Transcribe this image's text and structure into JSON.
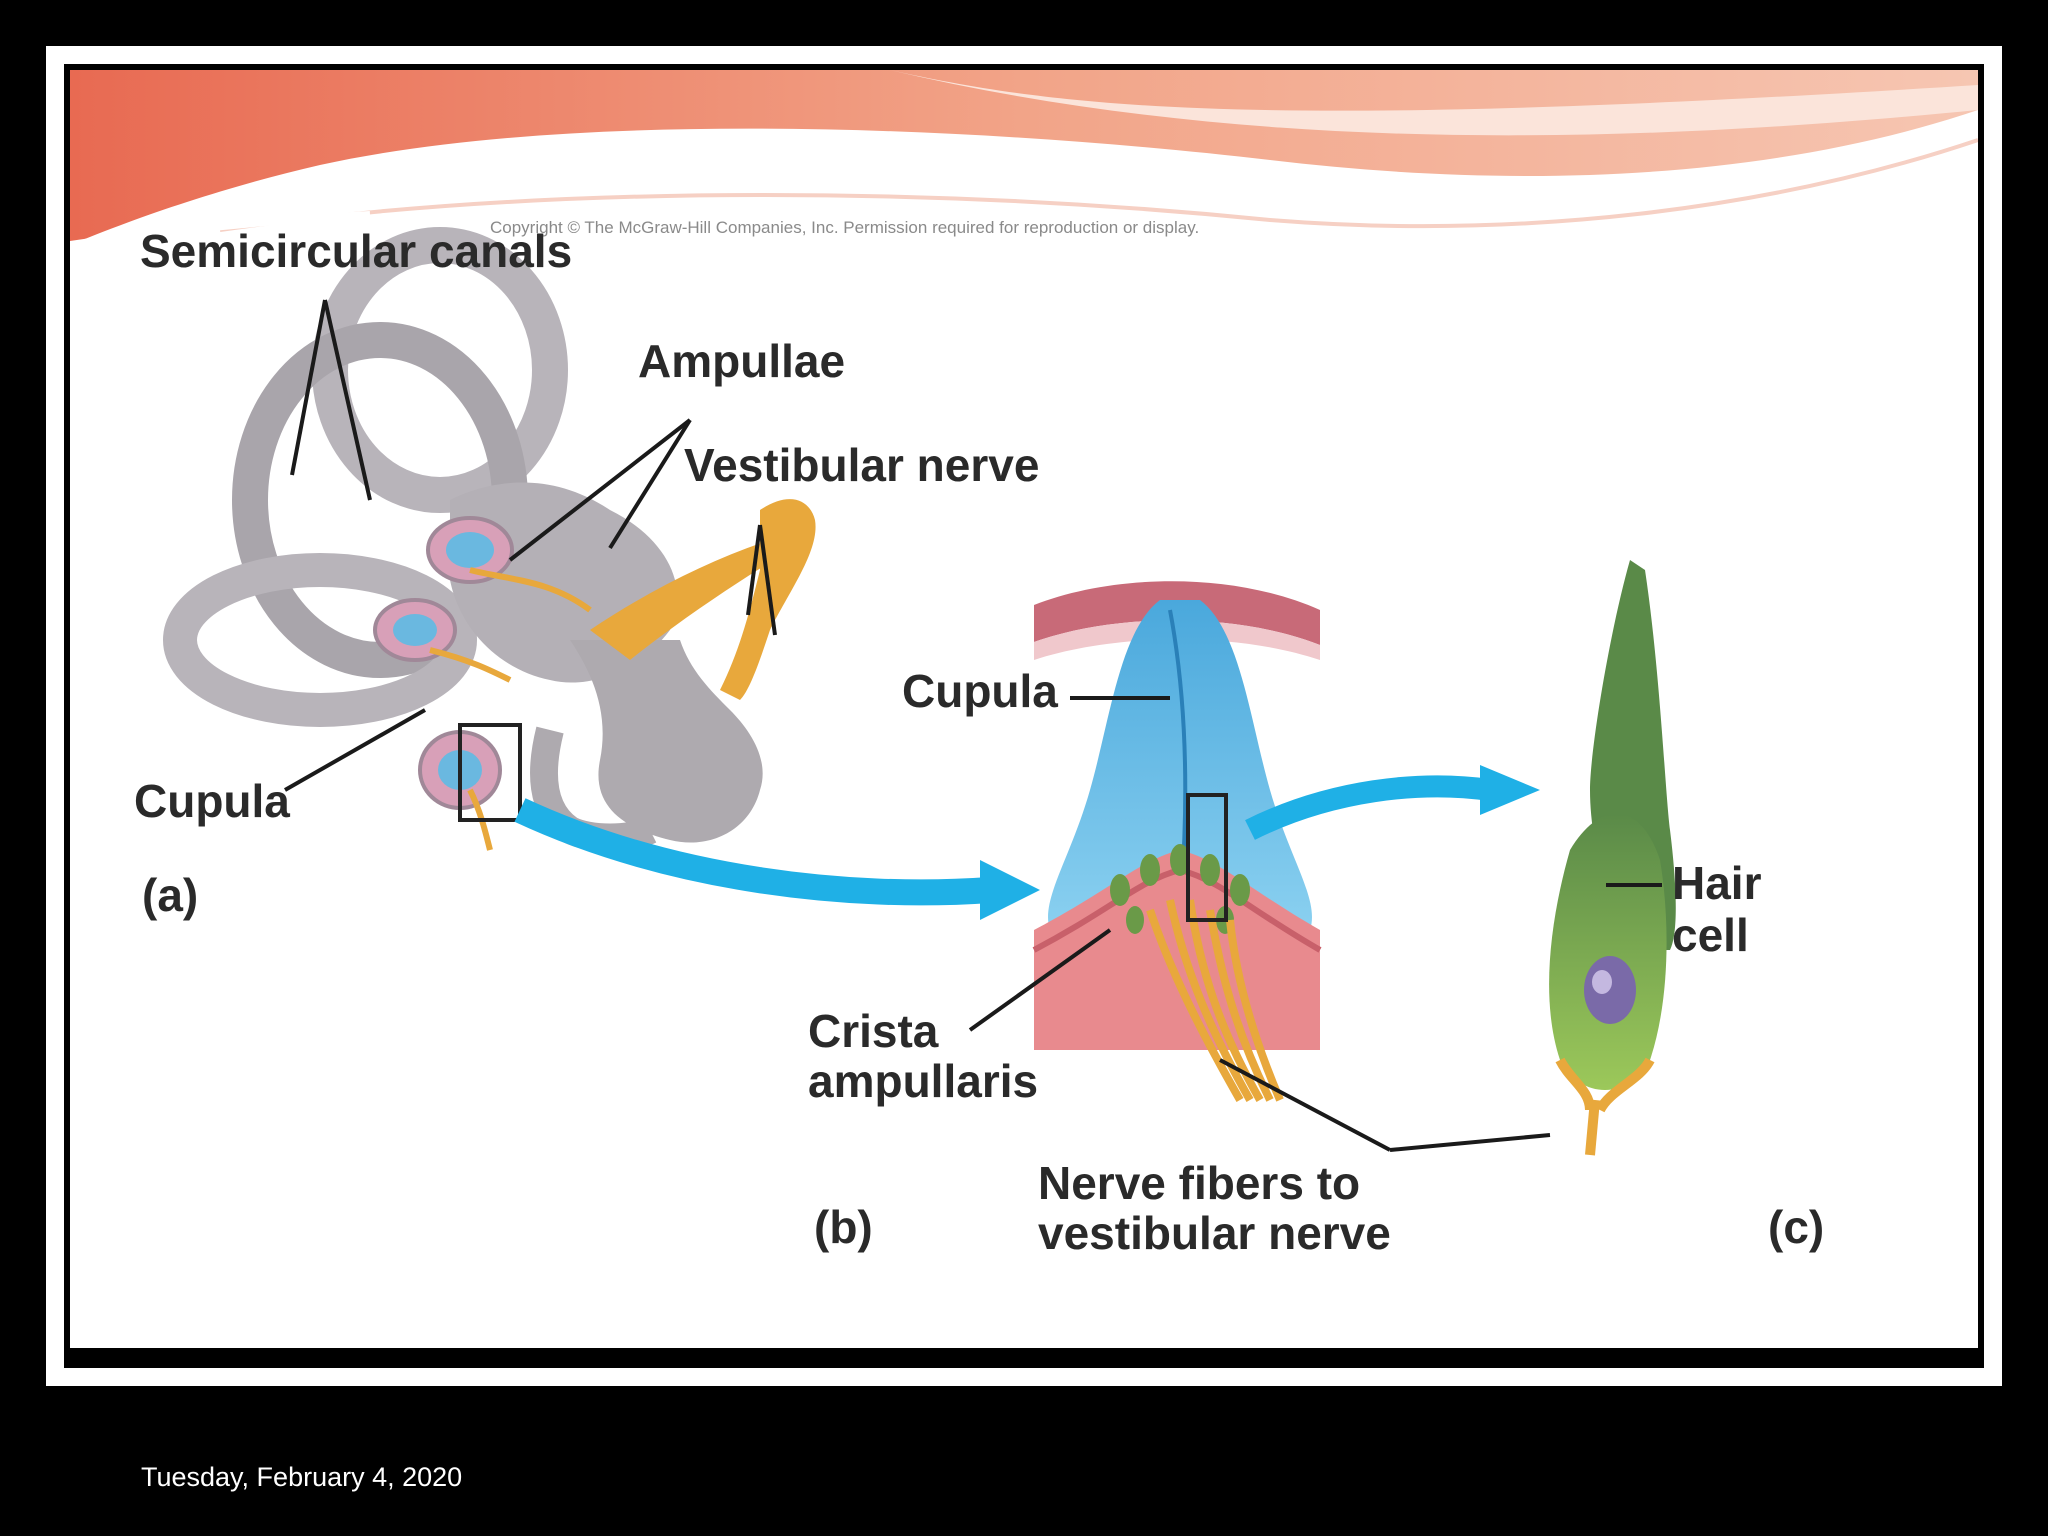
{
  "slide": {
    "copyright": "Copyright © The McGraw-Hill Companies, Inc. Permission required for reproduction or display.",
    "labels": {
      "semicircular_canals": "Semicircular canals",
      "ampullae": "Ampullae",
      "vestibular_nerve": "Vestibular nerve",
      "cupula_a": "Cupula",
      "panel_a": "(a)",
      "cupula_b": "Cupula",
      "crista_line1": "Crista",
      "crista_line2": "ampullaris",
      "panel_b": "(b)",
      "nerve_fibers_line1": "Nerve fibers to",
      "nerve_fibers_line2": "vestibular nerve",
      "hair_cell_line1": "Hair",
      "hair_cell_line2": "cell",
      "panel_c": "(c)"
    }
  },
  "footer": {
    "date": "Tuesday, February 4, 2020"
  },
  "colors": {
    "canal_gray": "#b8b4ba",
    "cupula_blue": "#5ab8e6",
    "nerve_yellow": "#e8a83c",
    "tissue_pink": "#e88a8e",
    "arrow_blue": "#1fb0e6",
    "hair_cell_green": "#8cb84a",
    "banner_coral": "#ec8a72"
  }
}
